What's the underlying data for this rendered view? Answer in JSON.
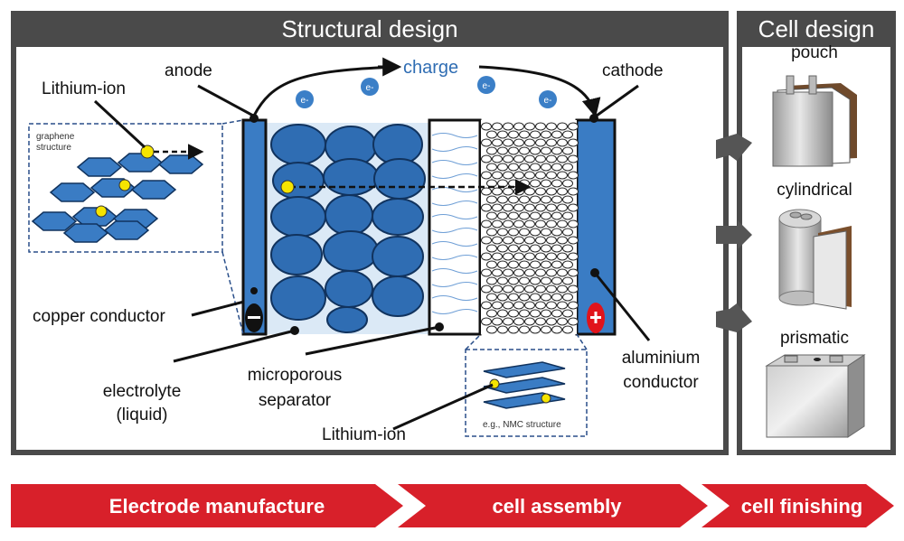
{
  "structural_design": {
    "title": "Structural design",
    "labels": {
      "anode": "anode",
      "cathode": "cathode",
      "charge": "charge",
      "lithium_ion_top": "Lithium-ion",
      "graphene_structure": "graphene structure",
      "copper_conductor": "copper conductor",
      "electrolyte": "electrolyte",
      "electrolyte_sub": "(liquid)",
      "microporous": "microporous",
      "separator": "separator",
      "lithium_ion_bottom": "Lithium-ion",
      "aluminium": "aluminium",
      "conductor": "conductor",
      "nmc_structure": "e.g., NMC structure",
      "electron": "e-"
    }
  },
  "cell_design": {
    "title": "Cell design",
    "types": [
      "pouch",
      "cylindrical",
      "prismatic"
    ]
  },
  "process_steps": [
    "Electrode manufacture",
    "cell assembly",
    "cell finishing"
  ],
  "colors": {
    "panel_frame": "#4a4a4a",
    "electrode_blue": "#3a7cc4",
    "particle_blue": "#2f6db3",
    "electrolyte_bg": "#d9e8f5",
    "arrow_red": "#d8202a",
    "lithium_yellow": "#f5e400"
  }
}
